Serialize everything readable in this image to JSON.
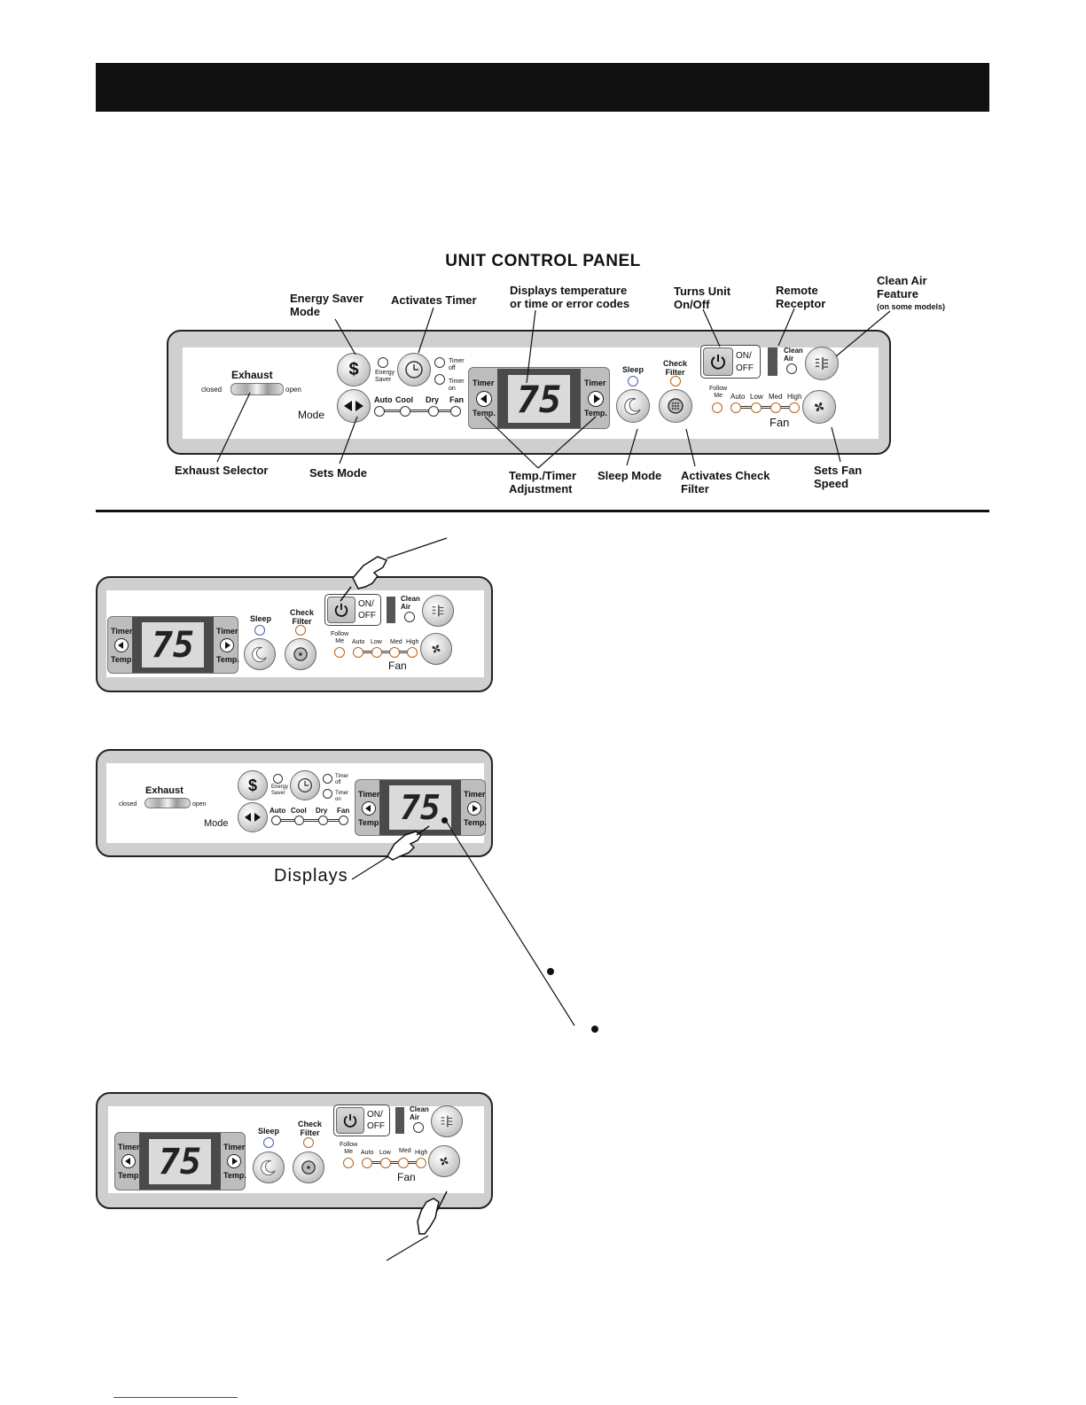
{
  "page": {
    "title": "UNIT CONTROL PANEL"
  },
  "callouts": {
    "energy_saver": [
      "Energy Saver",
      "Mode"
    ],
    "activates_timer": "Activates Timer",
    "displays": [
      "Displays temperature",
      "or time or error codes"
    ],
    "turns_unit": [
      "Turns Unit",
      "On/Off"
    ],
    "remote_receptor": [
      "Remote",
      "Receptor"
    ],
    "clean_air": [
      "Clean Air",
      "Feature",
      "(on some models)"
    ],
    "exhaust_selector": "Exhaust Selector",
    "sets_mode": "Sets Mode",
    "temp_timer_adj": [
      "Temp./Timer",
      "Adjustment"
    ],
    "sleep_mode": "Sleep Mode",
    "check_filter": [
      "Activates Check",
      "Filter"
    ],
    "fan_speed": [
      "Sets Fan",
      "Speed"
    ]
  },
  "panel": {
    "exhaust": {
      "title": "Exhaust",
      "closed": "closed",
      "open": "open"
    },
    "energy_saver_label": [
      "Energy",
      "Saver"
    ],
    "timer_off": [
      "Timer",
      "off"
    ],
    "timer_on": [
      "Timer",
      "on"
    ],
    "mode_label": "Mode",
    "modes": [
      "Auto",
      "Cool",
      "Dry",
      "Fan"
    ],
    "timer": "Timer",
    "temp": "Temp.",
    "display_value": "75",
    "sleep": "Sleep",
    "check_filter": [
      "Check",
      "Filter"
    ],
    "on_off": [
      "ON/",
      "OFF"
    ],
    "clean_air": [
      "Clean",
      "Air"
    ],
    "follow_me": [
      "Follow",
      "Me"
    ],
    "fan_speeds": [
      "Auto",
      "Low",
      "Med",
      "High"
    ],
    "fan_label": "Fan",
    "dollar": "$"
  },
  "figure2": {
    "displays_label": "Displays"
  },
  "icons": [
    "dollar-icon",
    "clock-icon",
    "arrows-icon",
    "power-icon",
    "moon-icon",
    "filter-icon",
    "clean-air-icon",
    "fan-icon",
    "pointing-hand-icon"
  ]
}
